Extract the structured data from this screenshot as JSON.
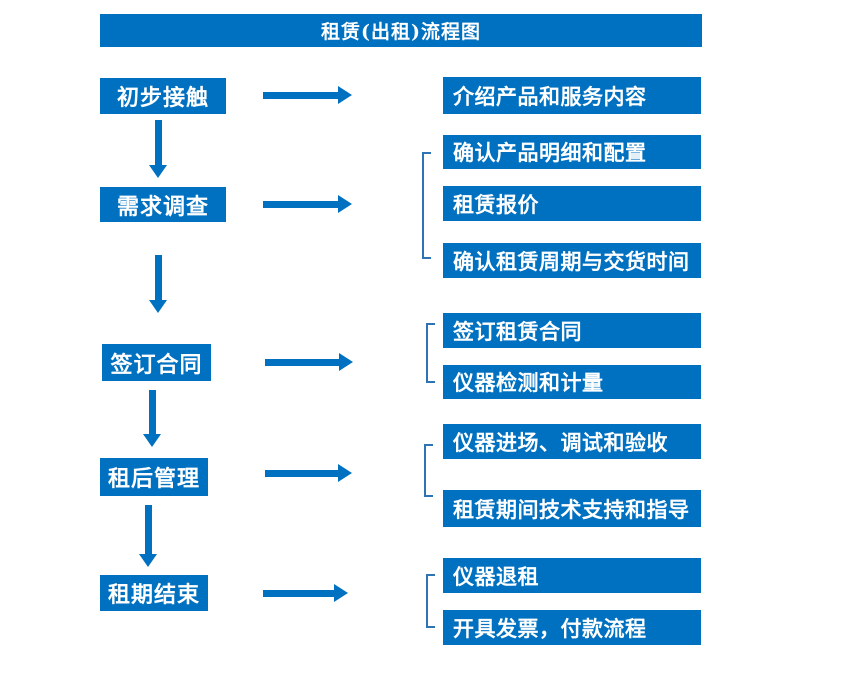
{
  "title": "租赁(出租)流程图",
  "colors": {
    "primary": "#0070C0",
    "bracket_line": "#2E74B5",
    "text_on_primary": "#FFFFFF",
    "background": "#FFFFFF"
  },
  "steps": [
    {
      "label": "初步接触",
      "details": [
        "介绍产品和服务内容"
      ]
    },
    {
      "label": "需求调查",
      "details": [
        "确认产品明细和配置",
        "租赁报价",
        "确认租赁周期与交货时间"
      ]
    },
    {
      "label": "签订合同",
      "details": [
        "签订租赁合同",
        "仪器检测和计量"
      ]
    },
    {
      "label": "租后管理",
      "details": [
        "仪器进场、调试和验收",
        "租赁期间技术支持和指导"
      ]
    },
    {
      "label": "租期结束",
      "details": [
        "仪器退租",
        "开具发票，付款流程"
      ]
    }
  ]
}
